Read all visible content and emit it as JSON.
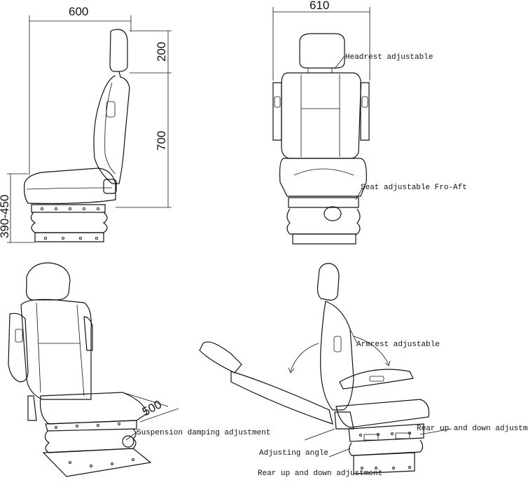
{
  "dimensions": {
    "side_depth": "600",
    "headrest_height": "200",
    "backrest_height": "700",
    "seat_height_range": "390-450",
    "front_width": "610",
    "seat_depth": "500"
  },
  "labels": {
    "headrest": "Headrest adjustable",
    "seat_fore_aft": "Seat adjustable Fro-Aft",
    "armrest": "Armrest adjustable",
    "suspension": "Suspension damping adjustment",
    "rear_up_down_right": "Rear up and down adjustment",
    "adjusting_angle": "Adjusting angle",
    "rear_up_down_bottom": "Rear up and down adjustment"
  }
}
